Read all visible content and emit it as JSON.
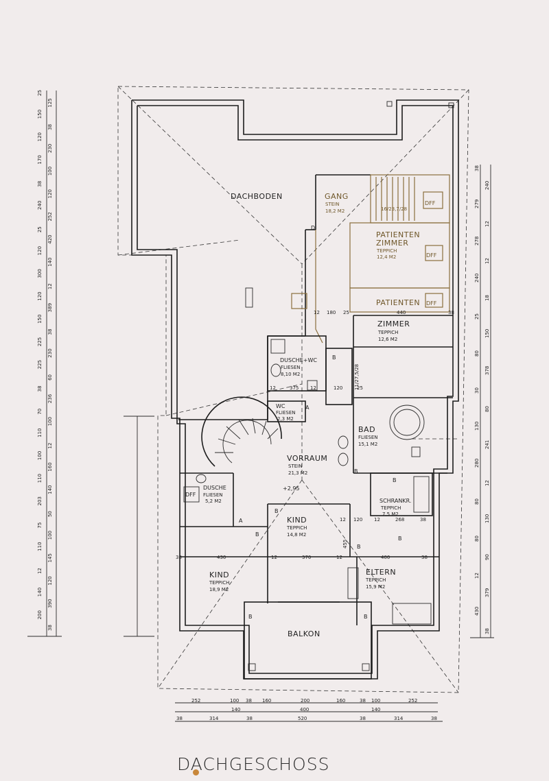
{
  "title": "DACHGESCHOSS",
  "colors": {
    "paper": "#f1ecec",
    "ink": "#1c1c1c",
    "accent_dot": "#c8873a",
    "faded": "#8a6e3c"
  },
  "rooms": {
    "dachboden": {
      "name": "DACHBODEN"
    },
    "gang": {
      "name": "GANG",
      "floor": "STEIN",
      "area": "18,2 M2"
    },
    "patienten_zimmer_1": {
      "name": "PATIENTEN",
      "name2": "ZIMMER",
      "floor": "TEPPICH",
      "area": "12,4 M2"
    },
    "patienten_zimmer_2": {
      "name": "PATIENTEN",
      "name2": "ZIMMER",
      "floor": "TEPPICH",
      "area": "12,6 M2"
    },
    "dusche_wc": {
      "name": "DUSCHE+WC",
      "floor": "FLIESEN",
      "area": "8,10 M2"
    },
    "wc": {
      "name": "WC",
      "floor": "FLIESEN",
      "area": "2,3 M2"
    },
    "bad": {
      "name": "BAD",
      "floor": "FLIESEN",
      "area": "15,1 M2"
    },
    "vorraum": {
      "name": "VORRAUM",
      "floor": "STEIN",
      "area": "21,3 M2",
      "level": "+2,95"
    },
    "dusche": {
      "name": "DUSCHE",
      "floor": "FLIESEN",
      "area": "5,2 M2"
    },
    "schrankr": {
      "name": "SCHRANKR.",
      "floor": "TEPPICH",
      "area": "7,5 M2"
    },
    "kind_1": {
      "name": "KIND",
      "floor": "TEPPICH",
      "area": "14,8 M2"
    },
    "kind_2": {
      "name": "KIND",
      "floor": "TEPPICH",
      "area": "18,9 M2"
    },
    "eltern": {
      "name": "ELTERN",
      "floor": "TEPPICH",
      "area": "15,9 M2"
    },
    "balkon": {
      "name": "BALKON"
    }
  },
  "markers": {
    "dff": "DFF",
    "stair_left": "16/23,7/28",
    "stair_right": "11/27,5/28",
    "door_a": "A",
    "door_b": "B",
    "door_d": "D"
  },
  "dims_bottom_row1": [
    "252",
    "100",
    "38",
    "160",
    "200",
    "160",
    "38",
    "100",
    "252"
  ],
  "dims_bottom_row2": [
    "140",
    "400",
    "140"
  ],
  "dims_bottom_row3": [
    "38",
    "314",
    "38",
    "520",
    "38",
    "314",
    "38"
  ],
  "dims_left": [
    "25",
    "125",
    "150",
    "38",
    "120",
    "230",
    "170",
    "100",
    "38",
    "120",
    "240",
    "252",
    "25",
    "420",
    "120",
    "140",
    "300",
    "12",
    "120",
    "389",
    "150",
    "38",
    "225",
    "230",
    "225",
    "60",
    "38",
    "236",
    "70",
    "100",
    "110",
    "12",
    "100",
    "160",
    "110",
    "140",
    "203",
    "50",
    "75",
    "100",
    "110",
    "145",
    "12",
    "120",
    "140",
    "390",
    "200",
    "38"
  ],
  "dims_right": [
    "38",
    "240",
    "279",
    "12",
    "278",
    "12",
    "240",
    "18",
    "25",
    "150",
    "80",
    "378",
    "30",
    "80",
    "130",
    "241",
    "280",
    "12",
    "80",
    "130",
    "80",
    "90",
    "12",
    "379",
    "430",
    "38"
  ],
  "dims_inner": [
    "12",
    "180",
    "25",
    "440",
    "38",
    "12",
    "375",
    "12",
    "120",
    "25",
    "430",
    "12",
    "370",
    "12",
    "455",
    "12",
    "120",
    "12",
    "268",
    "38",
    "400",
    "38",
    "38"
  ]
}
